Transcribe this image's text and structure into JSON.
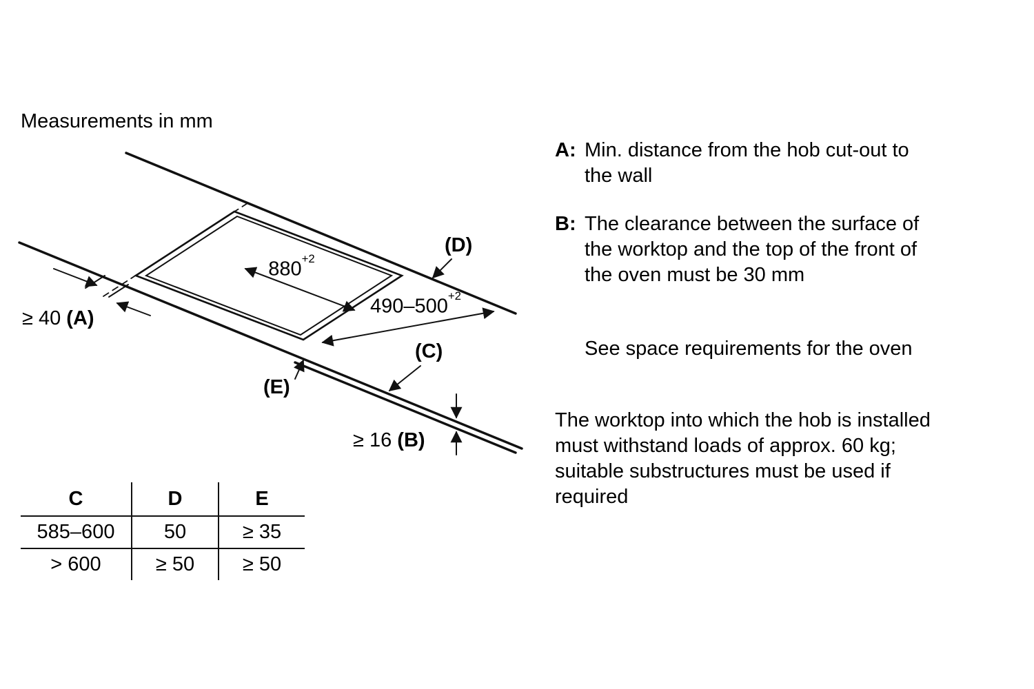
{
  "title": "Measurements in mm",
  "diagram": {
    "dim_width": {
      "value": "880",
      "sup": "+2"
    },
    "dim_depth": {
      "value": "490–500",
      "sup": "+2"
    },
    "dim_a": {
      "value": "≥ 40",
      "key": "(A)"
    },
    "dim_b": {
      "value": "≥ 16",
      "key": "(B)"
    },
    "label_c": "(C)",
    "label_d": "(D)",
    "label_e": "(E)"
  },
  "notes": [
    {
      "key": "A:",
      "text": "Min. distance from the hob cut-out to\nthe wall"
    },
    {
      "key": "B:",
      "text": "The clearance between the surface of\nthe worktop and the top of the front of\nthe oven must be 30 mm"
    },
    {
      "key": "",
      "text": "See space requirements for the oven"
    }
  ],
  "footnote": "The worktop into which the hob is installed\nmust withstand loads of approx. 60 kg;\nsuitable substructures must be used if\nrequired",
  "table": {
    "headers": [
      "C",
      "D",
      "E"
    ],
    "rows": [
      [
        "585–600",
        "50",
        "≥ 35"
      ],
      [
        "> 600",
        "≥ 50",
        "≥ 50"
      ]
    ]
  },
  "colors": {
    "line": "#111111",
    "text": "#000000",
    "background": "#ffffff"
  }
}
